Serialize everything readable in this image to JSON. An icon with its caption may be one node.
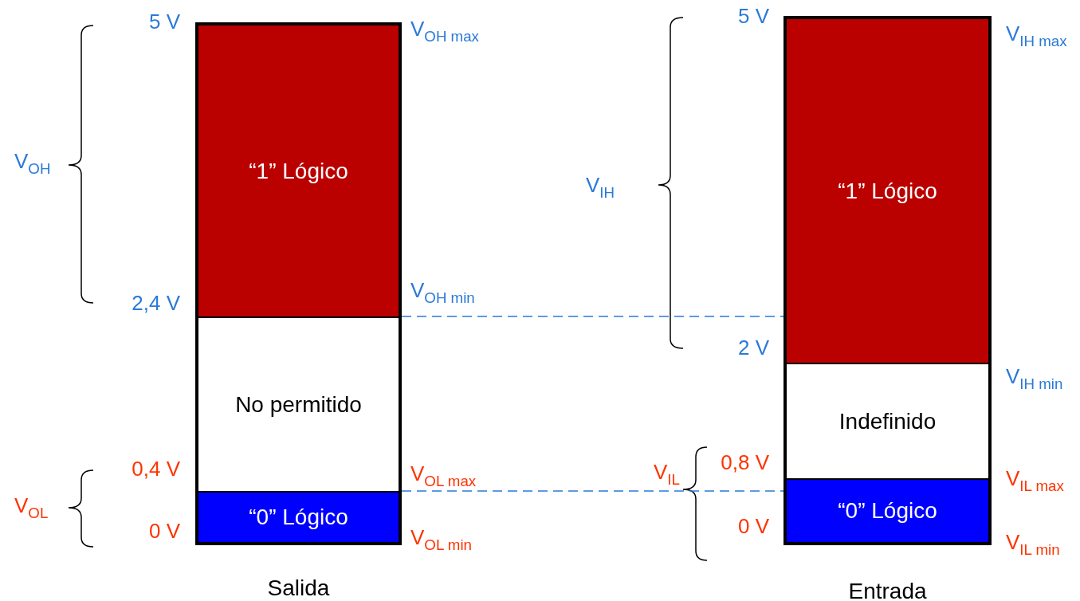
{
  "diagram": {
    "nodes": [
      {
        "text": [
          "Salida"
        ]
      },
      {
        "text": [
          "“1” Lógico"
        ],
        "in": 0
      },
      {
        "text": [
          "No permitido"
        ],
        "in": 0
      },
      {
        "text": [
          "“0” Lógico"
        ],
        "in": 0
      },
      {
        "text": [
          "Entrada"
        ]
      },
      {
        "text": [
          "“1” Lógico"
        ],
        "in": 4
      },
      {
        "text": [
          "Indefinido"
        ],
        "in": 4
      },
      {
        "text": [
          "“0” Lógico"
        ],
        "in": 4
      }
    ],
    "edges": [
      {
        "from": 0,
        "to": 5,
        "arrow": "none",
        "style": "dashed",
        "color": "#2a7ad8"
      },
      {
        "from": 0,
        "to": 7,
        "arrow": "none",
        "style": "dashed",
        "color": "#2a7ad8"
      }
    ],
    "labels": [
      "5 V",
      "V$_{OH max}$",
      "V$_{OH}$",
      "2,4 V",
      "V$_{OH min}$",
      "0,4 V",
      "V$_{OL max}$",
      "V$_{OL}$",
      "0 V",
      "V$_{OL min}$",
      "5 V",
      "V$_{IH max}$",
      "V$_{IH}$",
      "2 V",
      "V$_{IH min}$",
      "V$_{IL}$",
      "0,8 V",
      "V$_{IL max}$",
      "0 V",
      "V$_{IL min}$"
    ]
  }
}
